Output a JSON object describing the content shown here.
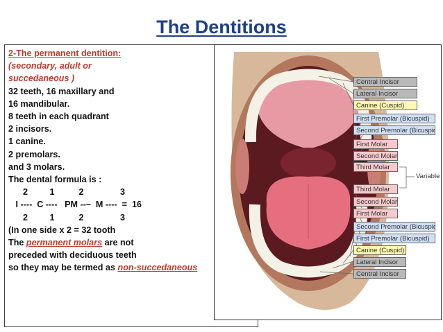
{
  "title": "The Dentitions",
  "text": {
    "heading": "2-The permanent dentition:",
    "sub1": "(secondary, adult or",
    "sub2": "succedaneous )",
    "l1": "32 teeth, 16 maxillary and",
    "l2": "16 mandibular.",
    "l3": "8 teeth in each quadrant",
    "l4": "2 incisors.",
    "l5": "1 canine.",
    "l6": "2 premolars.",
    "l7": "and 3 molars.",
    "l8": "The dental formula is :",
    "f1": "      2         1          2               3",
    "f2": "   I ----  C ----   PM --–  M ----  =  16",
    "f3": "      2         1          2               3",
    "l9": "(In one side x 2 = 32 tooth",
    "l10a": "The ",
    "l10b": "permanent molars",
    "l10c": " are not",
    "l11": "preceded with deciduous teeth",
    "l12a": "so they may be termed as ",
    "l12b": "non-succedaneous"
  },
  "labels": {
    "upper": [
      "Central Incisor",
      "Lateral Incisor",
      "Canine (Cuspid)",
      "First Premolar (Bicuspid)",
      "Second Premolar (Bicuspid)",
      "First Molar",
      "Second Molar",
      "Third Molar"
    ],
    "variable": "Variable",
    "lower": [
      "Third Molar",
      "Second Molar",
      "First Molar",
      "Second Premolar (Bicuspid)",
      "First Premolar (Bicuspid)",
      "Canine (Cuspid)",
      "Lateral Incisor",
      "Central Incisor"
    ]
  },
  "colors": {
    "title": "#1f3f8a",
    "red_text": "#c0392b",
    "incisor_box": "#b9b9b9",
    "canine_box": "#fff8b0",
    "premolar_box": "#cfe0f5",
    "molar_box": "#f6c9cc"
  }
}
